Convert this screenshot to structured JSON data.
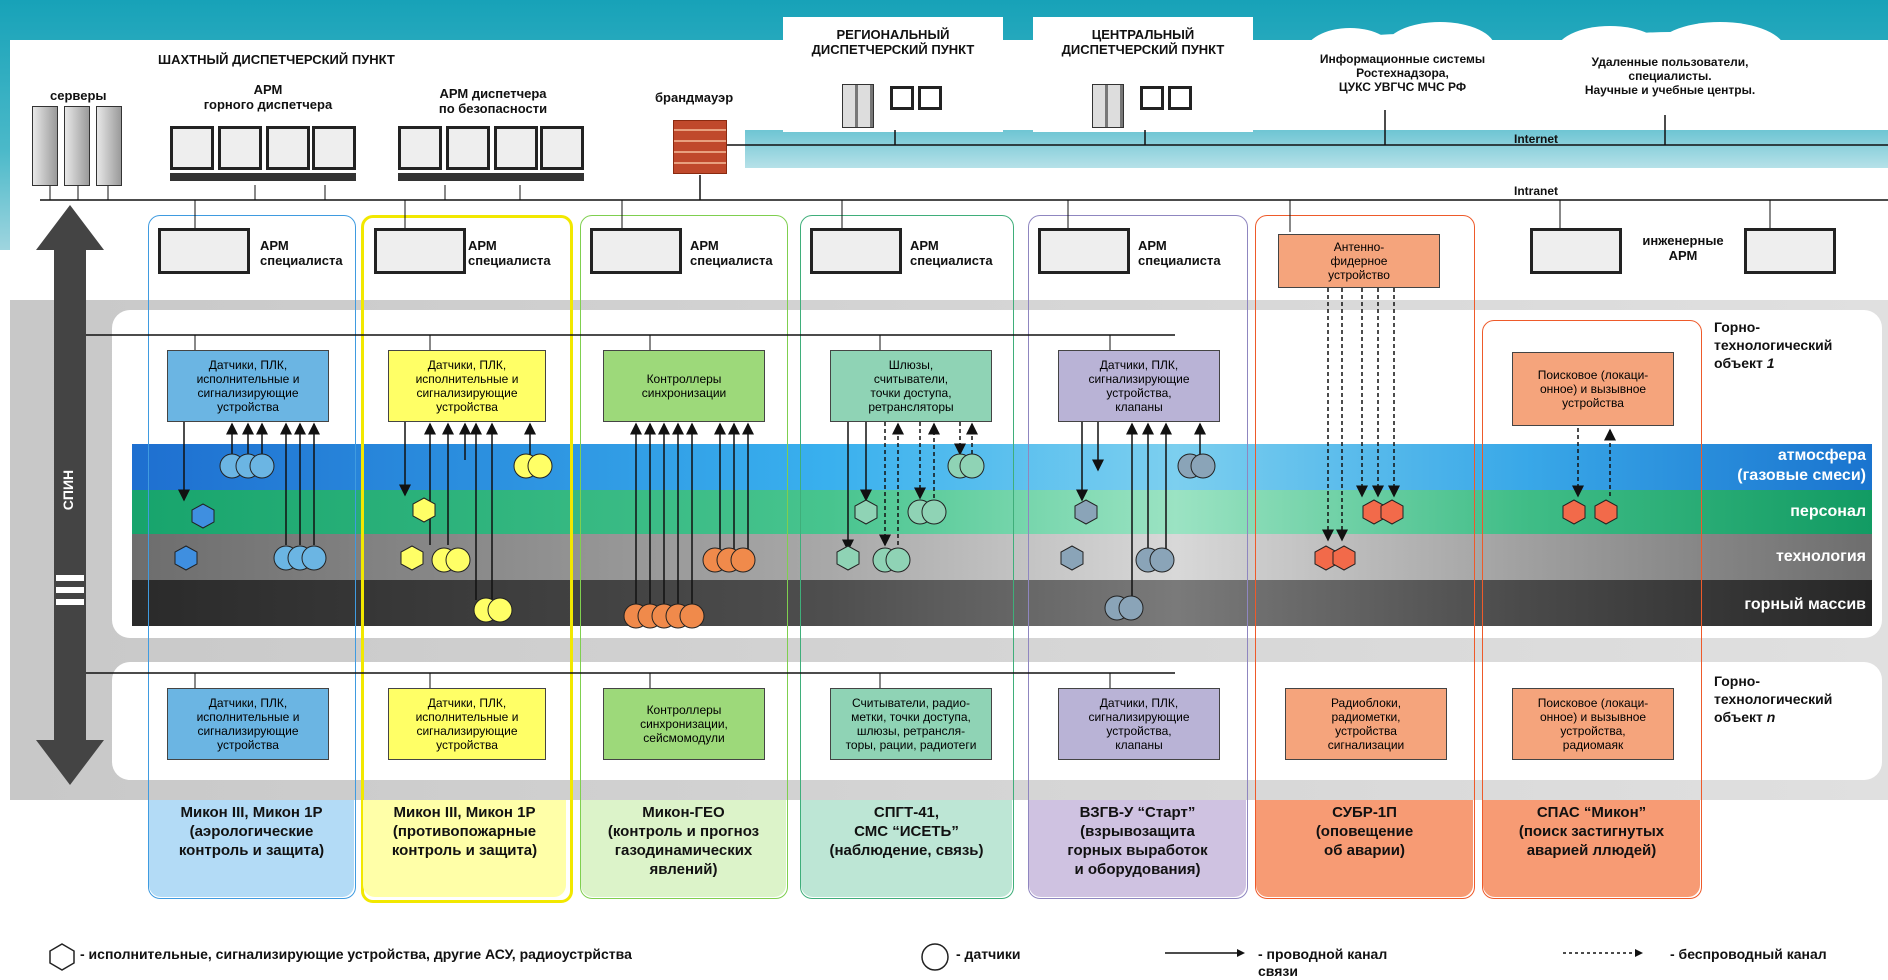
{
  "header": {
    "title": "ШАХТНЫЙ ДИСПЕТЧЕРСКИЙ ПУНКТ",
    "servers": "серверы",
    "arm_mining": "АРМ\nгорного диспетчера",
    "arm_safety": "АРМ диспетчера\nпо безопасности",
    "firewall": "брандмауэр",
    "regional": "РЕГИОНАЛЬНЫЙ\nДИСПЕТЧЕРСКИЙ ПУНКТ",
    "central": "ЦЕНТРАЛЬНЫЙ\nДИСПЕТЧЕРСКИЙ ПУНКТ",
    "info_systems": "Информационные системы\nРостехнадзора,\nЦУКС УВГЧС МЧС РФ",
    "remote_users": "Удаленные пользователи,\nспециалисты.\nНаучные и учебные центры.",
    "internet": "Internet",
    "intranet": "Intranet",
    "eng_arm": "инженерные\nАРМ"
  },
  "columns": [
    {
      "arm": "АРМ\nспециалиста",
      "top_box": "Датчики, ПЛК,\nисполнительные и\nсигнализирующие\nустройства",
      "bottom_box": "Датчики, ПЛК,\nисполнительные и\nсигнализирующие\nустройства",
      "caption": "Микон III, Микон 1Р\n(аэрологические\nконтроль и защита)"
    },
    {
      "arm": "АРМ\nспециалиста",
      "top_box": "Датчики, ПЛК,\nисполнительные и\nсигнализирующие\nустройства",
      "bottom_box": "Датчики, ПЛК,\nисполнительные и\nсигнализирующие\nустройства",
      "caption": "Микон III, Микон 1Р\n(противопожарные\nконтроль и защита)"
    },
    {
      "arm": "АРМ\nспециалиста",
      "top_box": "Контроллеры\nсинхронизации",
      "bottom_box": "Контроллеры\nсинхронизации,\nсейсмомодули",
      "caption": "Микон-ГЕО\n(контроль и прогноз\nгазодинамических\nявлений)"
    },
    {
      "arm": "АРМ\nспециалиста",
      "top_box": "Шлюзы,\nсчитыватели,\nточки доступа,\nретрансляторы",
      "bottom_box": "Считыватели, радио-\nметки, точки доступа,\nшлюзы, ретрансля-\nторы, рации, радиотеги",
      "caption": "СПГТ-41,\nСМС “ИСЕТЬ”\n(наблюдение, связь)"
    },
    {
      "arm": "АРМ\nспециалиста",
      "top_box": "Датчики, ПЛК,\nсигнализирующие\nустройства,\nклапаны",
      "bottom_box": "Датчики, ПЛК,\nсигнализирующие\nустройства,\nклапаны",
      "caption": "ВЗГВ-У “Старт”\n(взрывозащита\nгорных выработок\nи оборудования)"
    },
    {
      "arm": "",
      "top_box": "Антенно-\nфидерное\nустройство",
      "bottom_box": "Радиоблоки,\nрадиометки,\nустройства\nсигнализации",
      "caption": "СУБР-1П\n(оповещение\nоб аварии)"
    },
    {
      "arm": "",
      "top_box": "Поисковое (локаци-\nонное) и вызывное\nустройства",
      "bottom_box": "Поисковое (локаци-\nонное) и вызывное\nустройства,\nрадиомаяк",
      "caption": "СПАС “Микон”\n(поиск застигнутых\nаварией ллюдей)"
    }
  ],
  "objects": {
    "obj1_prefix": "Горно-\nтехнологический\nобъект",
    "obj1_num": "1",
    "objn_prefix": "Горно-\nтехнологический\nобъект",
    "objn_num": "n"
  },
  "bands": {
    "atmosphere": "атмосфера\n(газовые смеси)",
    "personnel": "персонал",
    "technology": "технология",
    "massif": "горный массив"
  },
  "spin": "СПИН",
  "legend": {
    "hexagon": "- исполнительные, сигнализирующие устройства, другие АСУ, радиоустрйства",
    "circle": "- датчики",
    "wired": "- проводной канал\nсвязи",
    "wireless": "- беспроводный канал"
  },
  "colors": {
    "blue": "#6bb5e3",
    "yellow": "#ffff66",
    "green": "#9dd97a",
    "teal": "#8fd3b5",
    "violet": "#b9b3d6",
    "orange": "#f5a47c"
  }
}
